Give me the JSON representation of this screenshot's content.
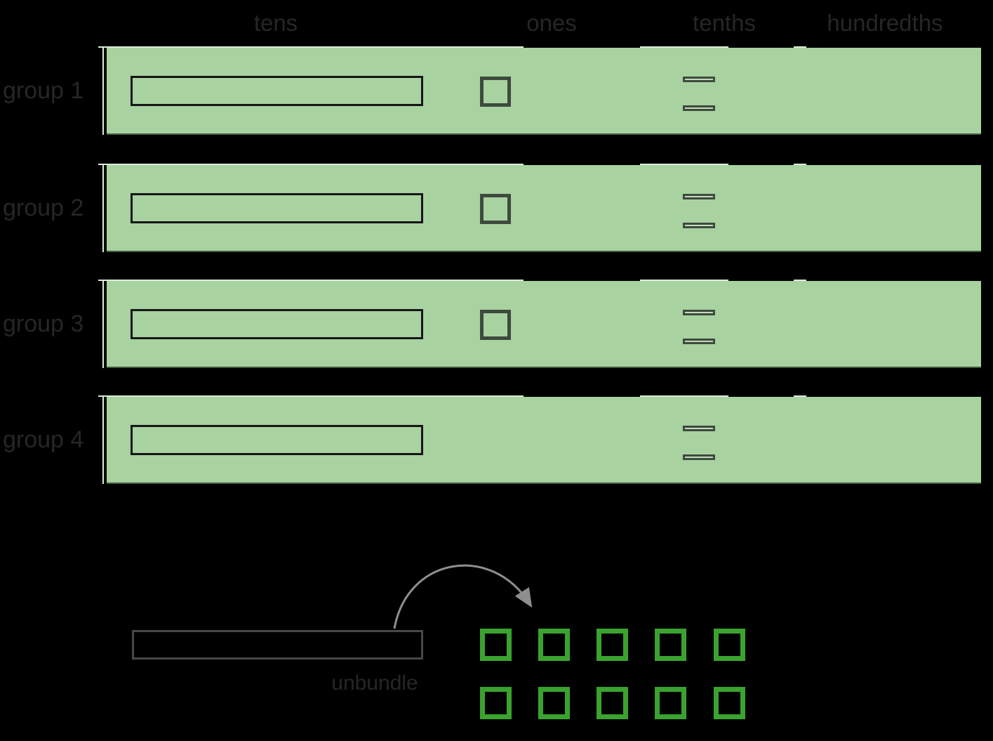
{
  "figure": {
    "column_headers": [
      "tens",
      "ones",
      "tenths",
      "hundredths"
    ],
    "groups": [
      {
        "label": "group 1",
        "tens": 1,
        "ones": 1,
        "tenths": 2,
        "hundredths": 0
      },
      {
        "label": "group 2",
        "tens": 1,
        "ones": 1,
        "tenths": 2,
        "hundredths": 0
      },
      {
        "label": "group 3",
        "tens": 1,
        "ones": 1,
        "tenths": 2,
        "hundredths": 0
      },
      {
        "label": "group 4",
        "tens": 1,
        "ones": 0,
        "tenths": 2,
        "hundredths": 0
      }
    ],
    "unbundle": {
      "label": "unbundle",
      "tens_rods": 1,
      "tenth_squares": 10,
      "grid_rows": 2,
      "grid_cols": 5
    },
    "colors": {
      "background": "#000000",
      "label_text": "#262626",
      "band_green": "#a8d2a0",
      "band_edge_light": "#d9edd4",
      "piece_outline_dark": "#3e4a3e",
      "tens_rod_stroke": "#161616",
      "unbundled_square_green": "#3aa32f",
      "arrow_gray": "#8e8e8e",
      "bottom_rod_stroke": "#474747"
    }
  }
}
